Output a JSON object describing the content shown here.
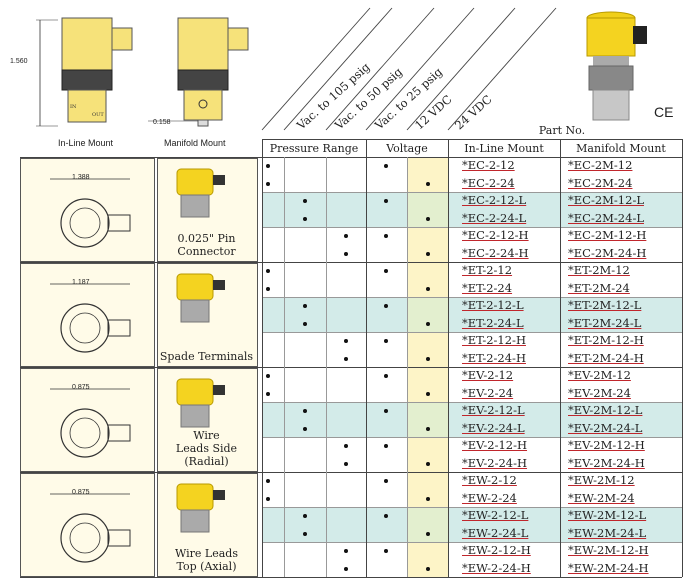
{
  "header": {
    "inline_label": "In-Line Mount",
    "manifold_label": "Manifold Mount",
    "dim_height": "1.560",
    "dim_pin": "0.158",
    "rot_cols": [
      "Vac. to 105 psig",
      "Vac. to 50 psig",
      "Vac. to 25 psig",
      "12 VDC",
      "24 VDC"
    ],
    "part_no": "Part No.",
    "pressure_range": "Pressure Range",
    "voltage": "Voltage",
    "inline_mount": "In-Line Mount",
    "manifold_mount": "Manifold Mount",
    "ce_mark": "CE"
  },
  "groups": [
    {
      "dim": "1.388",
      "label": "0.025\" Pin\nConnector",
      "rows": [
        {
          "p": 1,
          "v": 1,
          "inline": "*EC-2-12",
          "manifold": "*EC-2M-12"
        },
        {
          "p": 1,
          "v": 2,
          "inline": "*EC-2-24",
          "manifold": "*EC-2M-24"
        },
        {
          "p": 2,
          "v": 1,
          "inline": "*EC-2-12-L",
          "manifold": "*EC-2M-12-L"
        },
        {
          "p": 2,
          "v": 2,
          "inline": "*EC-2-24-L",
          "manifold": "*EC-2M-24-L"
        },
        {
          "p": 3,
          "v": 1,
          "inline": "*EC-2-12-H",
          "manifold": "*EC-2M-12-H"
        },
        {
          "p": 3,
          "v": 2,
          "inline": "*EC-2-24-H",
          "manifold": "*EC-2M-24-H"
        }
      ]
    },
    {
      "dim": "1.187",
      "label": "Spade Terminals",
      "rows": [
        {
          "p": 1,
          "v": 1,
          "inline": "*ET-2-12",
          "manifold": "*ET-2M-12"
        },
        {
          "p": 1,
          "v": 2,
          "inline": "*ET-2-24",
          "manifold": "*ET-2M-24"
        },
        {
          "p": 2,
          "v": 1,
          "inline": "*ET-2-12-L",
          "manifold": "*ET-2M-12-L"
        },
        {
          "p": 2,
          "v": 2,
          "inline": "*ET-2-24-L",
          "manifold": "*ET-2M-24-L"
        },
        {
          "p": 3,
          "v": 1,
          "inline": "*ET-2-12-H",
          "manifold": "*ET-2M-12-H"
        },
        {
          "p": 3,
          "v": 2,
          "inline": "*ET-2-24-H",
          "manifold": "*ET-2M-24-H"
        }
      ]
    },
    {
      "dim": "0.875",
      "label": "Wire\nLeads Side\n(Radial)",
      "rows": [
        {
          "p": 1,
          "v": 1,
          "inline": "*EV-2-12",
          "manifold": "*EV-2M-12"
        },
        {
          "p": 1,
          "v": 2,
          "inline": "*EV-2-24",
          "manifold": "*EV-2M-24"
        },
        {
          "p": 2,
          "v": 1,
          "inline": "*EV-2-12-L",
          "manifold": "*EV-2M-12-L"
        },
        {
          "p": 2,
          "v": 2,
          "inline": "*EV-2-24-L",
          "manifold": "*EV-2M-24-L"
        },
        {
          "p": 3,
          "v": 1,
          "inline": "*EV-2-12-H",
          "manifold": "*EV-2M-12-H"
        },
        {
          "p": 3,
          "v": 2,
          "inline": "*EV-2-24-H",
          "manifold": "*EV-2M-24-H"
        }
      ]
    },
    {
      "dim": "0.875",
      "label": "Wire Leads\nTop (Axial)",
      "rows": [
        {
          "p": 1,
          "v": 1,
          "inline": "*EW-2-12",
          "manifold": "*EW-2M-12"
        },
        {
          "p": 1,
          "v": 2,
          "inline": "*EW-2-24",
          "manifold": "*EW-2M-24"
        },
        {
          "p": 2,
          "v": 1,
          "inline": "*EW-2-12-L",
          "manifold": "*EW-2M-12-L"
        },
        {
          "p": 2,
          "v": 2,
          "inline": "*EW-2-24-L",
          "manifold": "*EW-2M-24-L"
        },
        {
          "p": 3,
          "v": 1,
          "inline": "*EW-2-12-H",
          "manifold": "*EW-2M-12-H"
        },
        {
          "p": 3,
          "v": 2,
          "inline": "*EW-2-24-H",
          "manifold": "*EW-2M-24-H"
        }
      ]
    }
  ],
  "colors": {
    "band": "#d3ebe9",
    "voltage_col": "#fdf4c7",
    "underline": "#c0262c",
    "yellow": "#f4dc5a"
  }
}
